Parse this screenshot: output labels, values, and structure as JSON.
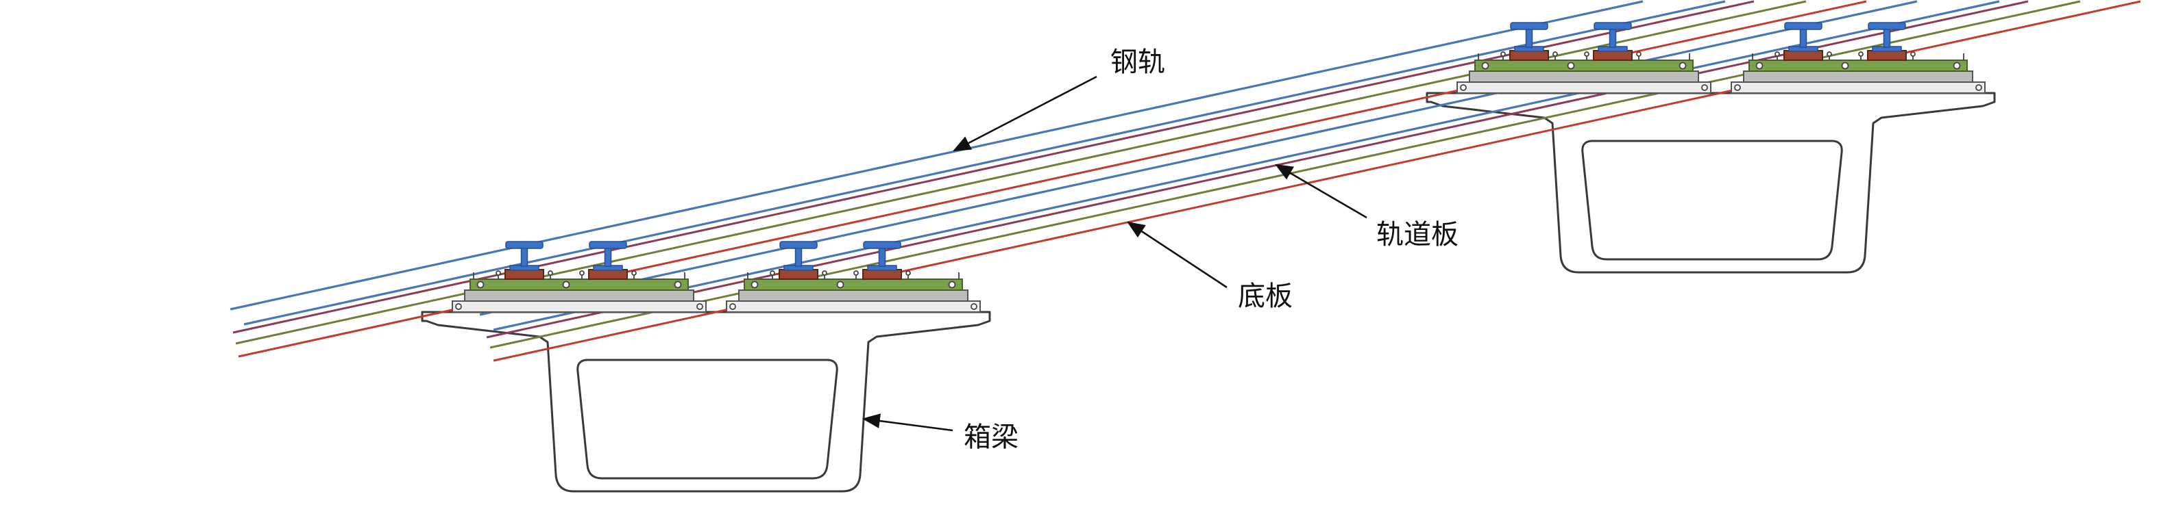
{
  "diagram": {
    "background": "#ffffff",
    "labels": {
      "rail": "钢轨",
      "track_slab": "轨道板",
      "base_plate": "底板",
      "box_girder": "箱梁"
    },
    "colors": {
      "rail_line": "#4a76b8",
      "track_slab_line": "#8e3a55",
      "base_top_line": "#6e7f3c",
      "base_plate_line": "#c23b2e",
      "girder_outline": "#3a3a3a",
      "rail_fill": "#3b72c8",
      "pad_fill": "#9a4631",
      "slab_green": "#7aa24a",
      "layer_gray": "#bdbdbd",
      "base_gray": "#ededed"
    }
  }
}
